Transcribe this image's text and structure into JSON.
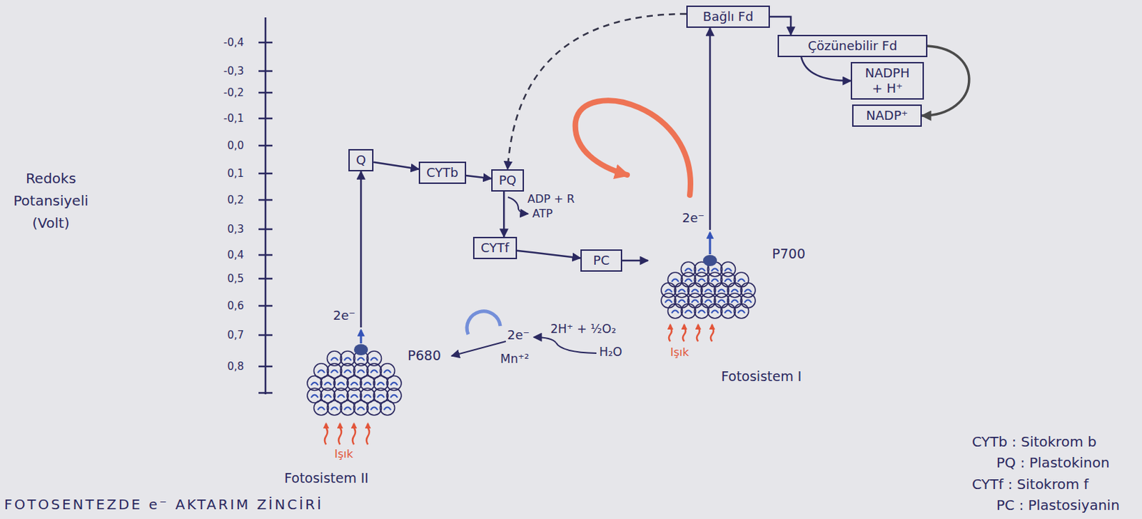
{
  "diagram": {
    "caption": "FOTOSENTEZDE e⁻ AKTARIM ZİNCİRİ",
    "nodes": [
      {
        "text": [
          "Bağlı Fd"
        ]
      },
      {
        "text": [
          "Çözünebilir Fd"
        ]
      },
      {
        "text": [
          "NADPH + H⁺"
        ]
      },
      {
        "text": [
          "NADP⁺"
        ]
      },
      {
        "text": [
          "Q"
        ]
      },
      {
        "text": [
          "CYTb"
        ]
      },
      {
        "text": [
          "PQ"
        ]
      },
      {
        "text": [
          "CYTf"
        ]
      },
      {
        "text": [
          "PC"
        ]
      },
      {
        "text": [
          "P680",
          "Fotosistem II"
        ]
      },
      {
        "text": [
          "P700",
          "Fotosistem I"
        ]
      }
    ],
    "edges": [
      {
        "from": 9,
        "to": 4,
        "label": "2e⁻",
        "arrow": "to"
      },
      {
        "from": 4,
        "to": 5,
        "arrow": "to"
      },
      {
        "from": 5,
        "to": 6,
        "arrow": "to"
      },
      {
        "from": 6,
        "to": 7,
        "arrow": "to"
      },
      {
        "from": 7,
        "to": 8,
        "arrow": "to"
      },
      {
        "from": 8,
        "to": 10,
        "arrow": "to"
      },
      {
        "from": 10,
        "to": 0,
        "label": "2e⁻",
        "arrow": "to"
      },
      {
        "from": 0,
        "to": 1,
        "arrow": "to"
      },
      {
        "from": 0,
        "to": 6,
        "arrow": "to"
      },
      {
        "from": 1,
        "to": 2,
        "arrow": "to"
      },
      {
        "from": 1,
        "to": 3,
        "arrow": "to"
      }
    ],
    "labels": [
      "-0,4",
      "-0,3",
      "-0,2",
      "-0,1",
      "0,0",
      "0,1",
      "0,2",
      "0,3",
      "0,4",
      "0,5",
      "0,6",
      "0,7",
      "0,8",
      "Redoks Potansiyeli (Volt)",
      "ADP + R",
      "ATP",
      "2e⁻",
      "2H⁺ + ½O₂",
      "H₂O",
      "Mn⁺²",
      "Işık",
      "Işık",
      "CYTb : Sitokrom b",
      "PQ : Plastokinon",
      "CYTf : Sitokrom f",
      "PC : Plastosiyanin"
    ]
  }
}
